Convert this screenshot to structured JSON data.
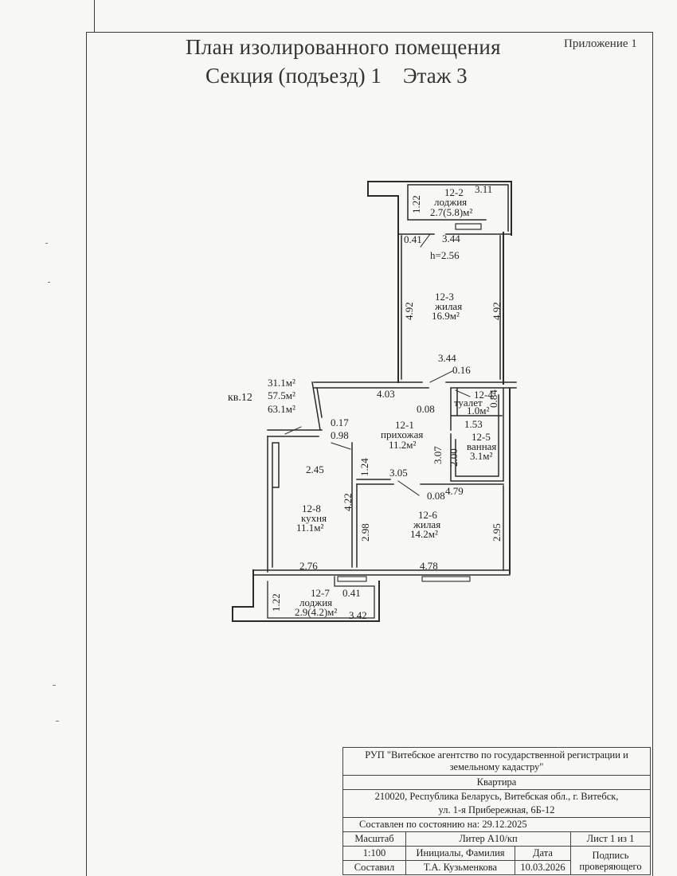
{
  "header": {
    "title_line1": "План изолированного помещения",
    "title_line2": "Секция (подъезд) 1    Этаж 3",
    "appendix": "Приложение 1"
  },
  "apartment": {
    "label": "кв.12",
    "area_living": "31.1м²",
    "area_total": "57.5м²",
    "area_with_loggias": "63.1м²"
  },
  "rooms": [
    {
      "id": "12-2",
      "name": "лоджия",
      "area": "2.7(5.8)м²"
    },
    {
      "id": "12-3",
      "name": "жилая",
      "area": "16.9м²"
    },
    {
      "id": "12-1",
      "name": "прихожая",
      "area": "11.2м²"
    },
    {
      "id": "12-4",
      "name": "туалет",
      "area": "1.0м²"
    },
    {
      "id": "12-5",
      "name": "ванная",
      "area": "3.1м²"
    },
    {
      "id": "12-8",
      "name": "кухня",
      "area": "11.1м²"
    },
    {
      "id": "12-6",
      "name": "жилая",
      "area": "14.2м²"
    },
    {
      "id": "12-7",
      "name": "лоджия",
      "area": "2.9(4.2)м²"
    }
  ],
  "dimensions": {
    "d_3_11": "3.11",
    "d_1_22_top": "1.22",
    "d_0_41_top": "0.41",
    "d_3_44_top": "3.44",
    "ceiling_height": "h=2.56",
    "d_4_92_left": "4.92",
    "d_4_92_right": "4.92",
    "d_3_44_mid": "3.44",
    "d_0_16": "0.16",
    "d_4_03": "4.03",
    "d_0_08_a": "0.08",
    "d_0_84": "0.84",
    "d_1_53": "1.53",
    "d_0_17": "0.17",
    "d_0_98": "0.98",
    "d_3_07": "3.07",
    "d_2_00": "2.00",
    "d_2_45": "2.45",
    "d_1_24": "1.24",
    "d_3_05": "3.05",
    "d_0_08_b": "0.08",
    "d_4_79": "4.79",
    "d_4_22": "4.22",
    "d_2_98": "2.98",
    "d_2_95": "2.95",
    "d_2_76": "2.76",
    "d_4_78": "4.78",
    "d_1_22_bottom": "1.22",
    "d_0_41_bottom": "0.41",
    "d_3_42": "3.42"
  },
  "stamp": {
    "org": "РУП \"Витебское агентство по государственной регистрации и земельному кадастру\"",
    "object": "Квартира",
    "address_line1": "210020, Республика Беларусь, Витебская обл., г. Витебск,",
    "address_line2": "ул. 1-я Прибережная, 6Б-12",
    "state_date": "Составлен по состоянию на: 29.12.2025",
    "scale_label": "Масштаб",
    "liter": "Литер А10/кп",
    "sheet": "Лист 1 из 1",
    "scale_value": "1:100",
    "initials_label": "Инициалы, Фамилия",
    "date_label": "Дата",
    "sign_label": "Подпись проверяющего",
    "composed_label": "Составил",
    "composer": "Т.А. Кузьменкова",
    "composed_date": "10.03.2026"
  }
}
